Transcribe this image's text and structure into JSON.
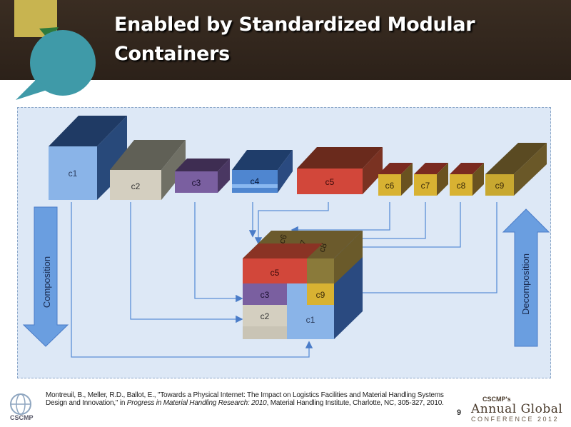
{
  "slide": {
    "title_line1": "Enabled by Standardized Modular",
    "title_line2": "Containers",
    "page_number": "9"
  },
  "diagram": {
    "containers": [
      "c1",
      "c2",
      "c3",
      "c4",
      "c5",
      "c6",
      "c7",
      "c8",
      "c9"
    ],
    "composite": {
      "top_label": "c5",
      "top_back_labels": [
        "c6",
        "c7",
        "c8"
      ],
      "c9": "c9",
      "c3": "c3",
      "c2": "c2",
      "c1": "c1"
    },
    "composition_label": "Composition",
    "decomposition_label": "Decomposition",
    "colors": {
      "c1": "#8ab4e8",
      "c2": "#d4cfc0",
      "c3": "#7a5fa0",
      "c4": "#4f86d0",
      "c5": "#d2473a",
      "c6": "#d8b232",
      "c9": "#c8a830",
      "arrow": "#5b8ed6"
    }
  },
  "citation": {
    "authors": "Montreuil, B., Meller, R.D., Ballot, E., \"Towards a Physical Internet:  The Impact on Logistics Facilities and Material Handling Systems  Design and Innovation,\"  in ",
    "source": "Progress in Material Handling Research:  2010",
    "rest": ",  Material Handling Institute, Charlotte,  NC, 305-327,  2010."
  },
  "brand": {
    "org": "CSCMP's",
    "name": "Annual Global",
    "event": "CONFERENCE 2012",
    "logo_text": "CSCMP"
  }
}
